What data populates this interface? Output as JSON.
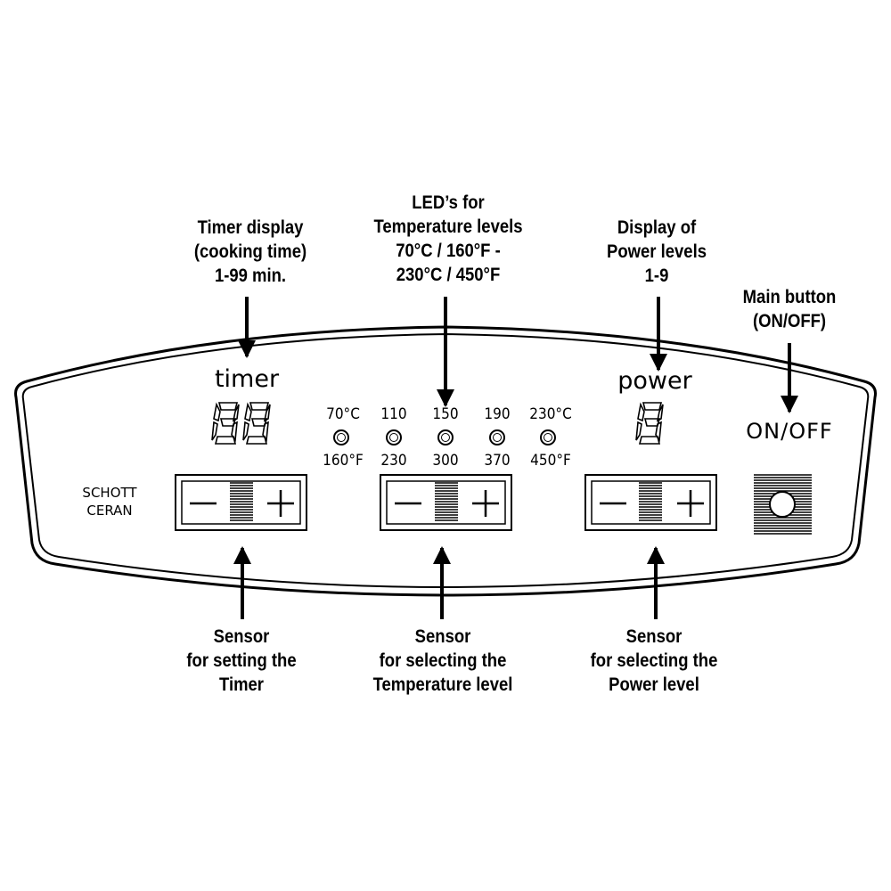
{
  "callouts": {
    "timer_display": [
      "Timer display",
      "(cooking time)",
      "1-99 min."
    ],
    "temp_leds": [
      "LED’s for",
      "Temperature levels",
      "70°C / 160°F -",
      "230°C / 450°F"
    ],
    "power_display": [
      "Display of",
      "Power levels",
      "1-9"
    ],
    "main_button": [
      "Main button",
      "(ON/OFF)"
    ],
    "timer_sensor": [
      "Sensor",
      "for setting the",
      "Timer"
    ],
    "temp_sensor": [
      "Sensor",
      "for selecting the",
      "Temperature level"
    ],
    "power_sensor": [
      "Sensor",
      "for selecting the",
      "Power level"
    ]
  },
  "panel": {
    "timer_label": "timer",
    "power_label": "power",
    "onoff_label": "ON/OFF",
    "brand": [
      "SCHOTT",
      "CERAN"
    ],
    "celsius": [
      "70°C",
      "110",
      "150",
      "190",
      "230°C"
    ],
    "fahrenheit": [
      "160°F",
      "230",
      "300",
      "370",
      "450°F"
    ]
  }
}
